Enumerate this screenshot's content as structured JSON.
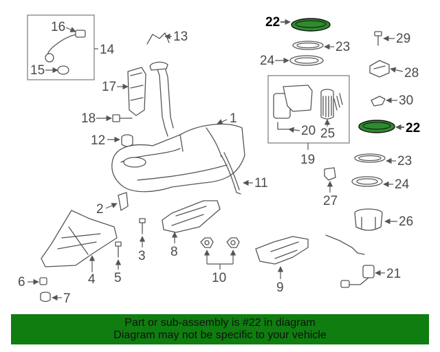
{
  "diagram": {
    "highlight_color": "#2e8b2e",
    "callouts": {
      "c1": "1",
      "c2": "2",
      "c3": "3",
      "c4": "4",
      "c5": "5",
      "c6": "6",
      "c7": "7",
      "c8": "8",
      "c9": "9",
      "c10": "10",
      "c11": "11",
      "c12": "12",
      "c13": "13",
      "c14": "14",
      "c15": "15",
      "c16": "16",
      "c17": "17",
      "c18": "18",
      "c19": "19",
      "c20": "20",
      "c21": "21",
      "c22a": "22",
      "c22b": "22",
      "c23a": "23",
      "c23b": "23",
      "c24a": "24",
      "c24b": "24",
      "c25": "25",
      "c26": "26",
      "c27": "27",
      "c28": "28",
      "c29": "29",
      "c30": "30"
    }
  },
  "banner": {
    "line1": "Part or sub-assembly is #22 in diagram",
    "line2": "Diagram may not be specific to your vehicle",
    "color": "#0f7d0f"
  }
}
